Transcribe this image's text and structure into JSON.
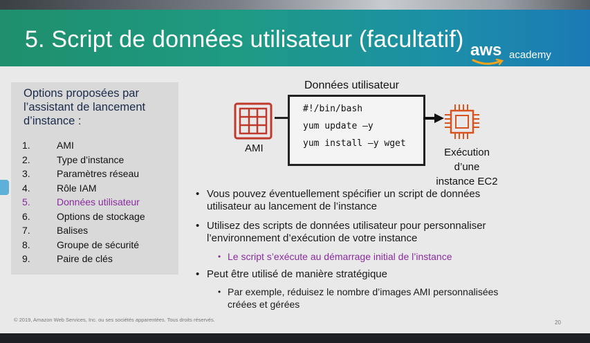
{
  "slide": {
    "title": "5. Script de données utilisateur (facultatif)",
    "logo": {
      "word": "aws",
      "sub": "academy"
    }
  },
  "panel": {
    "title": "Options proposées par l’assistant de lancement d’instance :",
    "items": [
      {
        "num": "1.",
        "label": "AMI"
      },
      {
        "num": "2.",
        "label": "Type d’instance"
      },
      {
        "num": "3.",
        "label": "Paramètres réseau"
      },
      {
        "num": "4.",
        "label": "Rôle IAM"
      },
      {
        "num": "5.",
        "label": "Données utilisateur"
      },
      {
        "num": "6.",
        "label": "Options de stockage"
      },
      {
        "num": "7.",
        "label": "Balises"
      },
      {
        "num": "8.",
        "label": "Groupe de sécurité"
      },
      {
        "num": "9.",
        "label": "Paire de clés"
      }
    ],
    "active_index": 4
  },
  "diagram": {
    "user_data_title": "Données utilisateur",
    "script_lines": [
      "#!/bin/bash",
      "yum update –y",
      "yum install –y wget"
    ],
    "ami_label": "AMI",
    "ec2_label_lines": [
      "Exécution",
      "d’une",
      "instance EC2"
    ]
  },
  "bullets": [
    {
      "level": 1,
      "lines": [
        "Vous pouvez éventuellement spécifier un script de données",
        "utilisateur au lancement de l’instance"
      ]
    },
    {
      "level": 1,
      "lines": [
        "Utilisez des scripts de données utilisateur pour personnaliser",
        "l’environnement d’exécution de votre instance"
      ]
    },
    {
      "level": 2,
      "lines": [
        "Le script s’exécute au démarrage initial de l’instance"
      ]
    },
    {
      "level": 1,
      "lines": [
        "Peut être utilisé de manière stratégique"
      ]
    },
    {
      "level": 2,
      "lines": [
        "Par exemple, réduisez le nombre d’images AMI personnalisées",
        "créées et gérées"
      ]
    }
  ],
  "footer": {
    "copyright": "© 2019, Amazon Web Services, Inc. ou ses sociétés apparentées. Tous droits réservés.",
    "page_number": "20"
  },
  "colors": {
    "header_start": "#1f8f6d",
    "header_end": "#1b7ab6",
    "highlight_purple": "#8a2b9e",
    "ami_icon": "#c0392b",
    "ec2_icon": "#d9531e"
  },
  "icons": {
    "ami": "ami-grid-icon",
    "ec2": "ec2-chip-icon",
    "arrow": "right-arrow-icon",
    "logo": "aws-smile-logo"
  }
}
